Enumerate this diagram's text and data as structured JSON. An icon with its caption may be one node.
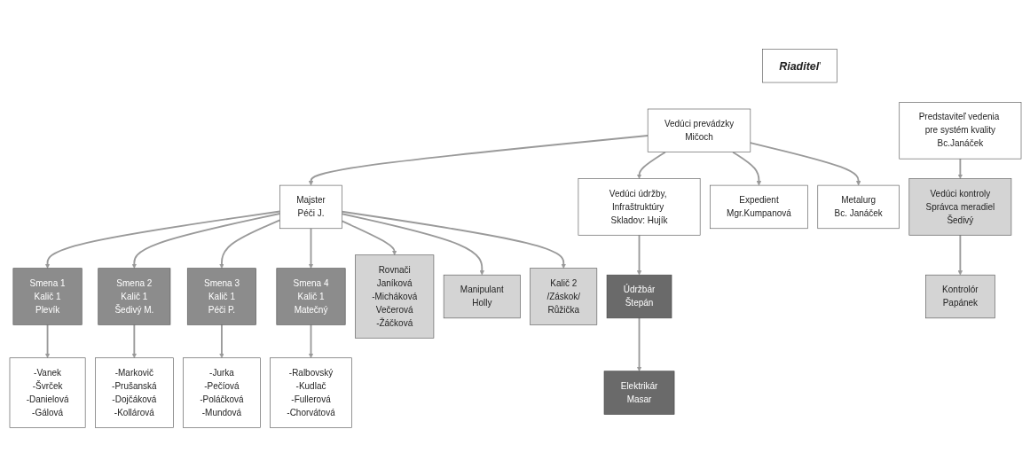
{
  "diagram": {
    "nodes": [
      {
        "text": [
          "Riaditeľ"
        ]
      },
      {
        "text": [
          "Vedúci prevádzky",
          "Mičoch"
        ]
      },
      {
        "text": [
          "Predstaviteľ vedenia pre systém kvality",
          "Bc.Janáček"
        ]
      },
      {
        "text": [
          "Majster",
          "Péči J."
        ]
      },
      {
        "text": [
          "Vedúci údržby, Infraštruktúry Skladov: Hujík"
        ]
      },
      {
        "text": [
          "Expedient",
          "Mgr.Kumpanová"
        ]
      },
      {
        "text": [
          "Metalurg",
          "Bc. Janáček"
        ]
      },
      {
        "text": [
          "Vedúci kontroly",
          "Správca meradiel",
          "Šedivý"
        ]
      },
      {
        "text": [
          "Smena 1",
          "Kalič 1",
          "Plevík"
        ]
      },
      {
        "text": [
          "Smena 2",
          "Kalič 1",
          "Šedivý M."
        ]
      },
      {
        "text": [
          "Smena 3",
          "Kalič 1",
          "Péči P."
        ]
      },
      {
        "text": [
          "Smena 4",
          "Kalič 1",
          "Matečný"
        ]
      },
      {
        "text": [
          "Údržbár",
          "Štepán"
        ]
      },
      {
        "text": [
          "Kontrolór",
          "Papánek"
        ]
      },
      {
        "text": [
          "-Vanek",
          "-Švrček",
          "-Danielová",
          "-Gálová"
        ]
      },
      {
        "text": [
          "-Markovič",
          "-Prušanská",
          "-Dojčáková",
          "-Kollárová"
        ]
      },
      {
        "text": [
          "-Jurka",
          "-Pečíová",
          "-Poláčková",
          "-Mundová"
        ]
      },
      {
        "text": [
          "-Ralbovský",
          "-Kudlač",
          "-Fullerová",
          "-Chorvátová"
        ]
      },
      {
        "text": [
          "Rovnači",
          "Janíková",
          "-Micháková",
          "Večerová",
          "-Žáčková"
        ]
      },
      {
        "text": [
          "Manipulant",
          "Holly"
        ]
      },
      {
        "text": [
          "Kalič 2",
          "/Záskok/",
          "Růžička"
        ]
      },
      {
        "text": [
          "Elektrikár",
          "Masar"
        ]
      }
    ],
    "edges": [
      {
        "from": 1,
        "to": 3,
        "arrow": "to"
      },
      {
        "from": 1,
        "to": 4,
        "arrow": "to"
      },
      {
        "from": 1,
        "to": 5,
        "arrow": "to"
      },
      {
        "from": 1,
        "to": 6,
        "arrow": "to"
      },
      {
        "from": 2,
        "to": 7,
        "arrow": "to"
      },
      {
        "from": 3,
        "to": 8,
        "arrow": "to"
      },
      {
        "from": 3,
        "to": 9,
        "arrow": "to"
      },
      {
        "from": 3,
        "to": 10,
        "arrow": "to"
      },
      {
        "from": 3,
        "to": 11,
        "arrow": "to"
      },
      {
        "from": 3,
        "to": 18,
        "arrow": "to"
      },
      {
        "from": 3,
        "to": 19,
        "arrow": "to"
      },
      {
        "from": 3,
        "to": 20,
        "arrow": "to"
      },
      {
        "from": 4,
        "to": 12,
        "arrow": "to"
      },
      {
        "from": 7,
        "to": 13,
        "arrow": "to"
      },
      {
        "from": 8,
        "to": 14,
        "arrow": "to"
      },
      {
        "from": 9,
        "to": 15,
        "arrow": "to"
      },
      {
        "from": 10,
        "to": 16,
        "arrow": "to"
      },
      {
        "from": 11,
        "to": 17,
        "arrow": "to"
      },
      {
        "from": 12,
        "to": 21,
        "arrow": "to"
      }
    ]
  }
}
